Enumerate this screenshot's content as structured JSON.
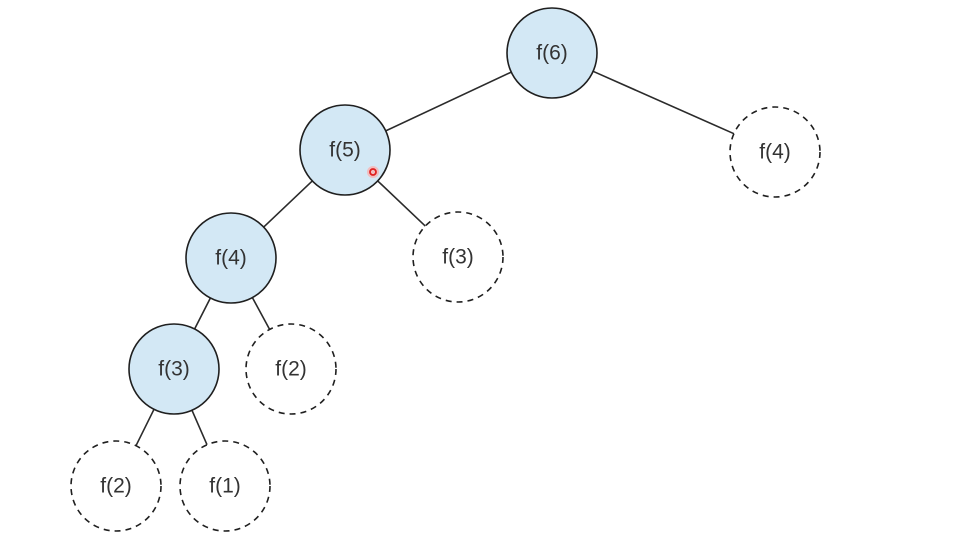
{
  "diagram": {
    "type": "recursion-tree",
    "nodes": [
      {
        "id": "n1",
        "label": "f(6)",
        "state": "computed"
      },
      {
        "id": "n2",
        "label": "f(5)",
        "state": "computed"
      },
      {
        "id": "n3",
        "label": "f(4)",
        "state": "pending"
      },
      {
        "id": "n4",
        "label": "f(4)",
        "state": "computed"
      },
      {
        "id": "n5",
        "label": "f(3)",
        "state": "pending"
      },
      {
        "id": "n6",
        "label": "f(3)",
        "state": "computed"
      },
      {
        "id": "n7",
        "label": "f(2)",
        "state": "pending"
      },
      {
        "id": "n8",
        "label": "f(2)",
        "state": "pending"
      },
      {
        "id": "n9",
        "label": "f(1)",
        "state": "pending"
      }
    ],
    "edges": [
      {
        "from": "n1",
        "to": "n2"
      },
      {
        "from": "n1",
        "to": "n3"
      },
      {
        "from": "n2",
        "to": "n4"
      },
      {
        "from": "n2",
        "to": "n5"
      },
      {
        "from": "n4",
        "to": "n6"
      },
      {
        "from": "n4",
        "to": "n7"
      },
      {
        "from": "n6",
        "to": "n8"
      },
      {
        "from": "n6",
        "to": "n9"
      }
    ]
  },
  "colors": {
    "computed_fill": "#d3e8f5",
    "pending_fill": "#ffffff",
    "stroke": "#1f1f1f",
    "pointer": "#e02020"
  }
}
